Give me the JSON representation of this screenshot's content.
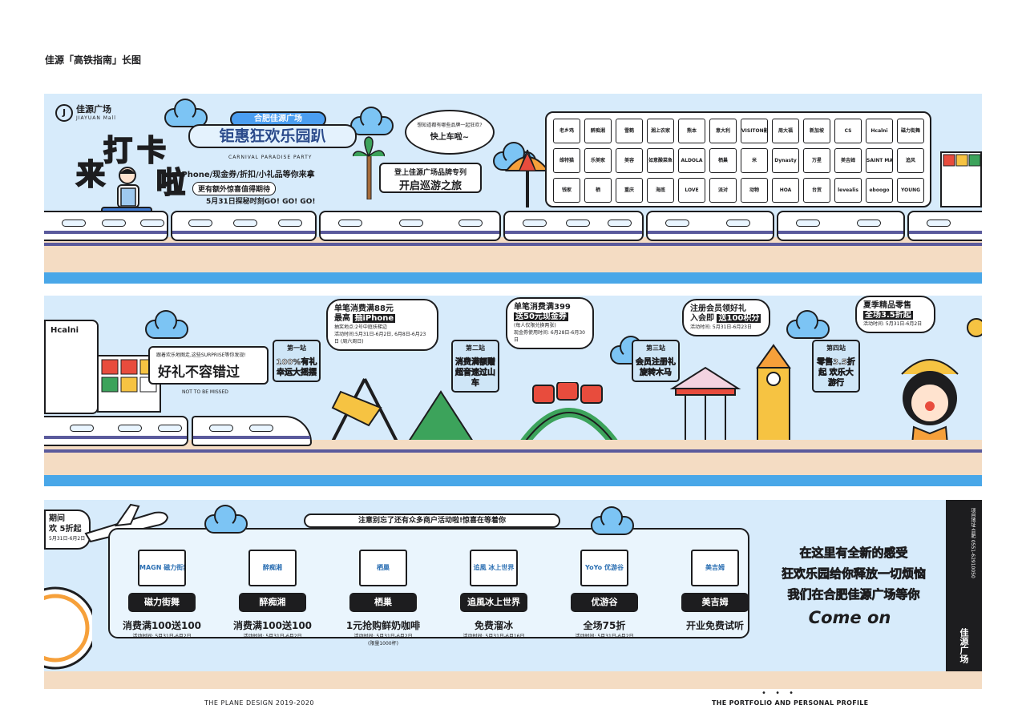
{
  "page": {
    "title": "佳源「高铁指南」长图",
    "footer_left": "THE PLANE DESIGN 2019-2020",
    "footer_right": "THE PORTFOLIO AND PERSONAL PROFILE",
    "footer_dots": "• • •"
  },
  "banner1": {
    "logo_mark": "J",
    "logo_name": "佳源广场",
    "logo_sub": "JIAYUAN Mall",
    "big_chars": [
      "来",
      "打",
      "卡",
      "啦"
    ],
    "ribbon": "合肥佳源广场",
    "headline": "钜惠狂欢乐园趴",
    "party": "CARNIVAL PARADISE PARTY",
    "line_a": "iPhone/现金券/折扣/小礼品等你来拿",
    "line_b": "更有额外惊喜值得期待",
    "line_c": "5月31日探秘时刻GO! GO! GO!",
    "bubble_small": "想知道都有哪些品牌一起狂欢?",
    "bubble_big": "快上车啦~",
    "tour_line1": "登上佳源广场品牌专列",
    "tour_line2": "开启巡游之旅",
    "brands": [
      "老乡鸡",
      "醉痴湘",
      "雪鹤",
      "湘上农家",
      "熊本",
      "意大利",
      "VISITON影城",
      "周大福",
      "新加坡",
      "CS",
      "Hcalni",
      "磁力街舞",
      "维特猫",
      "乐美家",
      "美容",
      "如意酸菜鱼",
      "ALDOLA",
      "栖巢",
      "米",
      "Dynasty",
      "万星",
      "美吉姆",
      "SAINT MARIES",
      "追风",
      "钱家",
      "栖",
      "重庆",
      "海底",
      "LOVE",
      "派对",
      "动物",
      "HOA",
      "台贸",
      "levealis",
      "eboogo",
      "YOUNG"
    ]
  },
  "banner2": {
    "side_logo": "Hcalni",
    "gift_sub": "跟着欢乐地图走,这些SURPRISE等你发现!",
    "gift_title": "好礼不容错过",
    "not_missed": "NOT TO BE MISSED",
    "stations": [
      {
        "name": "第一站",
        "desc": "100%有礼 幸运大摇摆"
      },
      {
        "name": "第二站",
        "desc": "消费满额赠 超音速过山车"
      },
      {
        "name": "第三站",
        "desc": "会员注册礼 旋转木马"
      },
      {
        "name": "第四站",
        "desc": "零售3.5折起 欢乐大游行"
      }
    ],
    "bubbles": [
      {
        "line1": "单笔消费满88元",
        "line2": "最高",
        "highlight": "抽iPhone",
        "small1": "抽奖地点:2号中庭扶梯边",
        "small2": "活动时间:5月31日-6月2日, 6月8日-6月23日 (周六周日)"
      },
      {
        "line1": "单笔消费满399",
        "line2": "送50元现金券",
        "small1": "(每人仅限兑换两张)",
        "small2": "现金券使用时间: 6月28日-6月30日"
      },
      {
        "line1": "注册会员领好礼",
        "line2": "入会即",
        "highlight": "送100积分",
        "small2": "活动时间: 5月31日-6月23日"
      },
      {
        "line1": "夏季精品零售",
        "line2": "全场3.5折起",
        "small2": "活动时间: 5月31日-6月2日"
      }
    ]
  },
  "banner3": {
    "promo_line1": "期间",
    "promo_line2": "欢 5折起",
    "promo_date": "5月31日-6月2日",
    "notice": "注意别忘了还有众多商户活动啦!惊喜在等着你",
    "merchants": [
      {
        "logo": "MAGN 磁力街舞",
        "name": "磁力街舞",
        "offer": "消费满100送100",
        "date": "活动时间: 5月31日-6月2日",
        "extra": ""
      },
      {
        "logo": "醉痴湘",
        "name": "醉痴湘",
        "offer": "消费满100送100",
        "date": "活动时间: 5月31日-6月2日",
        "extra": ""
      },
      {
        "logo": "栖巢",
        "name": "栖巢",
        "offer": "1元抢购鲜奶咖啡",
        "date": "活动时间: 5月31日-6月2日",
        "extra": "(限量1000杯)"
      },
      {
        "logo": "追風 冰上世界",
        "name": "追風冰上世界",
        "offer": "免费溜冰",
        "date": "活动时间: 5月31日-6月16日",
        "extra": ""
      },
      {
        "logo": "YoYo 优游谷",
        "name": "优游谷",
        "offer": "全场75折",
        "date": "活动时间: 5月31日-6月2日",
        "extra": ""
      },
      {
        "logo": "美吉姆",
        "name": "美吉姆",
        "offer": "开业免费试听",
        "date": "",
        "extra": ""
      }
    ],
    "slogan": [
      "在这里有全新的感受",
      "狂欢乐园给你释放一切烦恼",
      "我们在合肥佳源广场等你"
    ],
    "come_on": "Come on",
    "strip_text": "项目地址 合肥 0551-62910050",
    "strip_brand": "佳源广场"
  }
}
